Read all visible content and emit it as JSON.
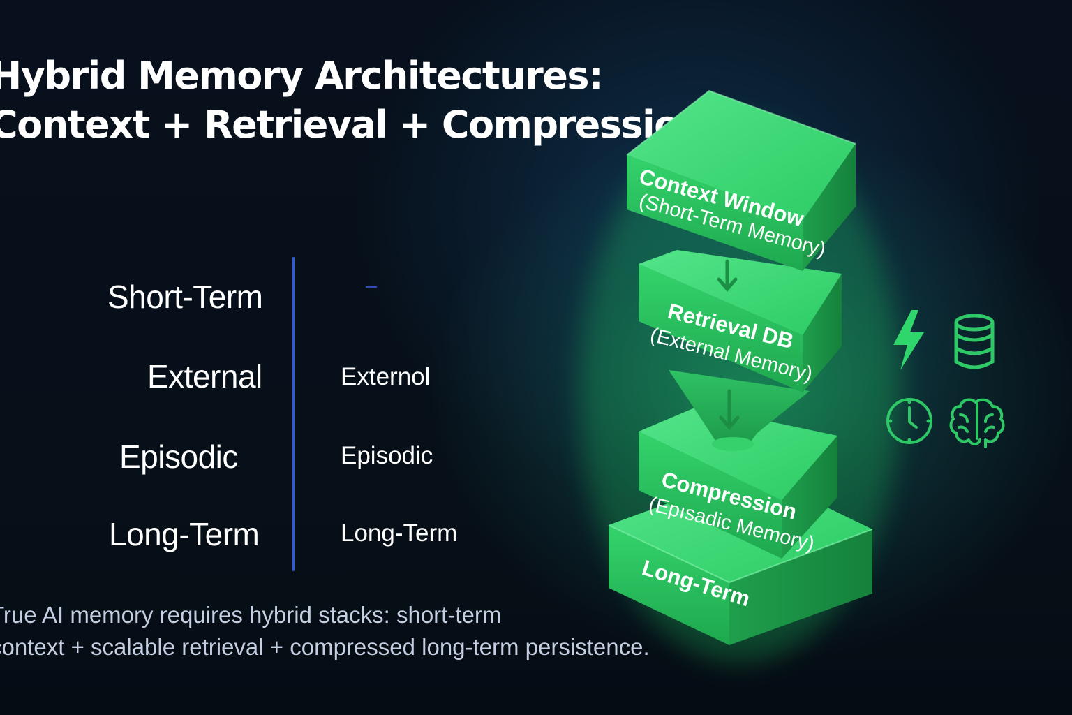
{
  "title": {
    "line1": "Hybrid Memory Architectures:",
    "line2": "Context + Retrieval + Compression"
  },
  "memory_types": {
    "left": [
      "Short-Term",
      "External",
      "Episodic",
      "Long-Term"
    ],
    "right": [
      "Externol",
      "Episodic",
      "Long-Term"
    ]
  },
  "footer": {
    "line1": "True AI memory requires hybrid stacks: short-term",
    "line2": "context + scalable retrieval + compressed long-term persistence."
  },
  "stack": {
    "context": {
      "title": "Context Window",
      "subtitle": "(Short-Term Memory)"
    },
    "retrieval": {
      "title": "Retrieval DB",
      "subtitle": "(External Memory)"
    },
    "compression": {
      "title": "Compression",
      "subtitle": "(Epısadic Memory)"
    },
    "longterm": {
      "title": "Long-Term"
    }
  },
  "icons": [
    "lightning-icon",
    "database-icon",
    "clock-icon",
    "brain-icon"
  ],
  "colors": {
    "background": "#060c14",
    "block_green": "#27c35f",
    "accent_green": "#2fd66b",
    "divider_blue": "#2f5bd8",
    "text_white": "#ffffff",
    "footer_text": "#c5cfe2"
  }
}
